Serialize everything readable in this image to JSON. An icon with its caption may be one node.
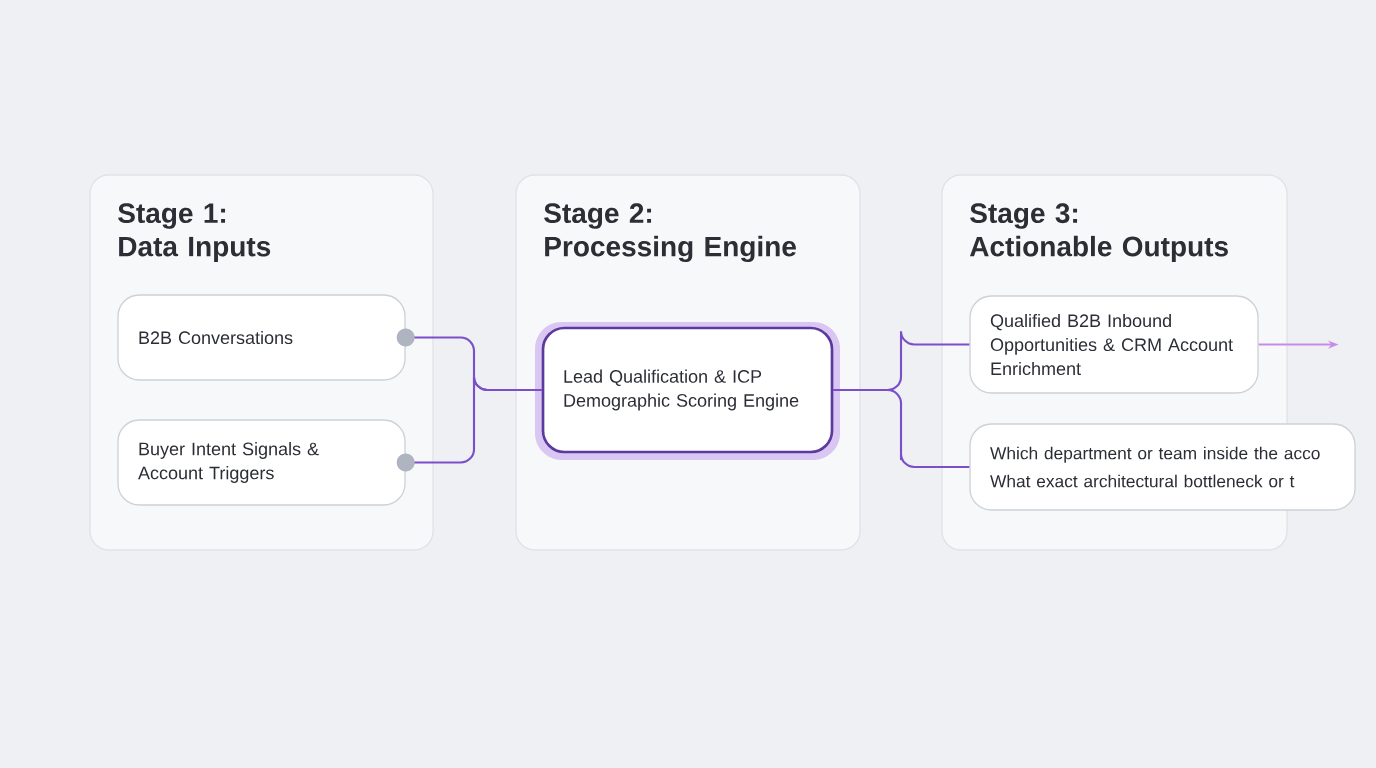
{
  "diagram": {
    "nodes": [
      {
        "text": [
          "Stage 1:",
          "Data Inputs"
        ]
      },
      {
        "text": [
          "B2B Conversations"
        ],
        "in": 0
      },
      {
        "text": [
          "Buyer Intent Signals & Account Triggers"
        ],
        "in": 0
      },
      {
        "text": [
          "Stage 2:",
          "Processing Engine"
        ]
      },
      {
        "text": [
          "Lead Qualification & ICP Demographic Scoring Engine"
        ],
        "in": 3
      },
      {
        "text": [
          "Stage 3:",
          "Actionable Outputs"
        ]
      },
      {
        "text": [
          "Qualified B2B Inbound Opportunities & CRM Account Enrichment"
        ],
        "in": 5
      },
      {
        "text": [
          "Which department or team inside the acco",
          "What exact architectural bottleneck or t"
        ]
      }
    ],
    "edges": [
      {
        "from": 1,
        "to": 4,
        "arrow": "other"
      },
      {
        "from": 2,
        "to": 4,
        "arrow": "other"
      },
      {
        "from": 4,
        "to": 6,
        "arrow": "none"
      },
      {
        "from": 4,
        "to": 7,
        "arrow": "none"
      },
      {
        "from": 6,
        "to": null,
        "arrow": "to",
        "color": "#c98be8"
      }
    ]
  }
}
